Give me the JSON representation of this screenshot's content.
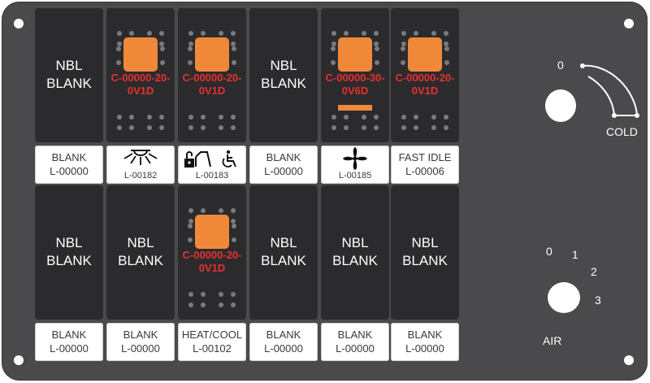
{
  "top_row": [
    {
      "type": "blank",
      "switch_text": "NBL\nBLANK",
      "label_line1": "BLANK",
      "label_line2": "L-00000"
    },
    {
      "type": "led",
      "code": "C-00000-20-\n0V1D",
      "icon": "work-light-icon",
      "label_code": "L-00182"
    },
    {
      "type": "led",
      "code": "C-00000-20-\n0V1D",
      "icon": "lock-wheelchair-icon",
      "label_code": "L-00183"
    },
    {
      "type": "blank",
      "switch_text": "NBL\nBLANK",
      "label_line1": "BLANK",
      "label_line2": "L-00000"
    },
    {
      "type": "led_bar",
      "code": "C-00000-30-\n0V6D",
      "icon": "fan-icon",
      "label_code": "L-00185"
    },
    {
      "type": "led",
      "code": "C-00000-20-\n0V1D",
      "icon": "none",
      "label_line1": "FAST IDLE",
      "label_line2": "L-00006"
    }
  ],
  "bottom_row": [
    {
      "type": "blank",
      "switch_text": "NBL\nBLANK",
      "label_line1": "BLANK",
      "label_line2": "L-00000"
    },
    {
      "type": "blank",
      "switch_text": "NBL\nBLANK",
      "label_line1": "BLANK",
      "label_line2": "L-00000"
    },
    {
      "type": "led",
      "code": "C-00000-20-\n0V1D",
      "icon": "none",
      "label_line1": "HEAT/COOL",
      "label_line2": "L-00102"
    },
    {
      "type": "blank",
      "switch_text": "NBL\nBLANK",
      "label_line1": "BLANK",
      "label_line2": "L-00000"
    },
    {
      "type": "blank",
      "switch_text": "NBL\nBLANK",
      "label_line1": "BLANK",
      "label_line2": "L-00000"
    },
    {
      "type": "blank",
      "switch_text": "NBL\nBLANK",
      "label_line1": "BLANK",
      "label_line2": "L-00000"
    }
  ],
  "temp_knob": {
    "position_0": "0",
    "label": "COLD"
  },
  "air_knob": {
    "positions": [
      "0",
      "1",
      "2",
      "3"
    ],
    "label": "AIR"
  },
  "colors": {
    "panel": "#4a4a4c",
    "switch": "#2b2b2d",
    "led": "#f0883a",
    "code": "#e8302f",
    "label_bg": "#ffffff"
  }
}
